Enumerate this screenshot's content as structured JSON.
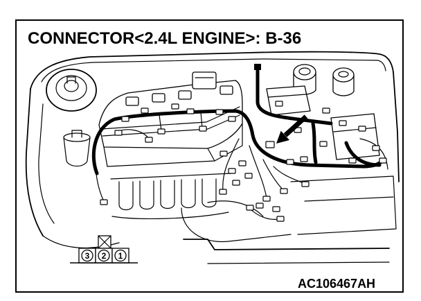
{
  "title": "CONNECTOR<2.4L ENGINE>: B-36",
  "figure_code": "AC106467AH",
  "connector": {
    "pins": [
      "3",
      "2",
      "1"
    ]
  }
}
